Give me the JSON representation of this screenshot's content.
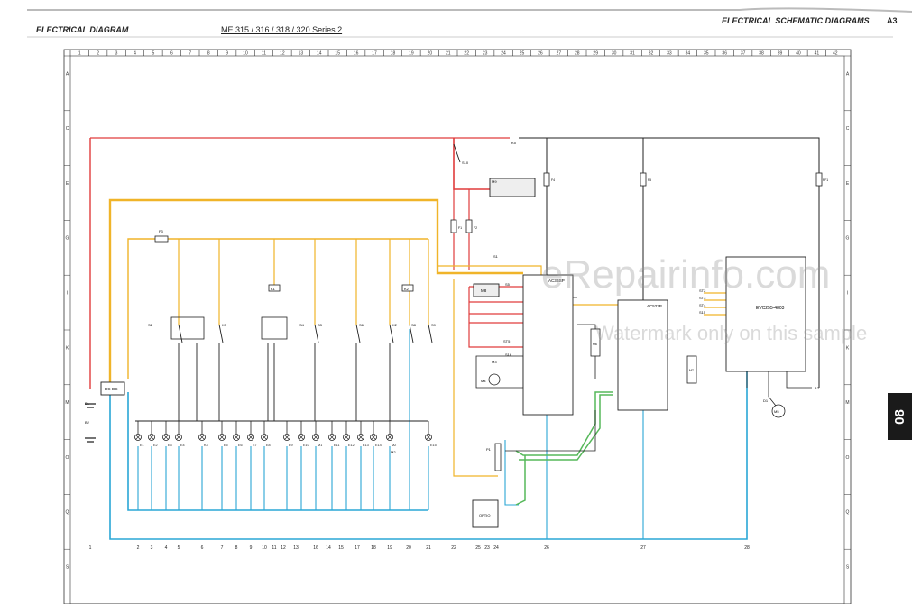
{
  "header": {
    "left_title": "ELECTRICAL DIAGRAM",
    "model": "ME 315 / 316 / 318 / 320 Series 2",
    "right_title": "ELECTRICAL SCHEMATIC DIAGRAMS",
    "page": "A3"
  },
  "side_tab": "08",
  "watermark": {
    "site": "eRepairinfo.com",
    "note": "Watermark only on this sample"
  },
  "grid": {
    "columns": [
      "1",
      "2",
      "3",
      "4",
      "5",
      "6",
      "7",
      "8",
      "9",
      "10",
      "11",
      "12",
      "13",
      "14",
      "15",
      "16",
      "17",
      "18",
      "19",
      "20",
      "21",
      "22",
      "23",
      "24",
      "25",
      "26",
      "27",
      "28",
      "29",
      "30",
      "31",
      "32",
      "33",
      "34",
      "35",
      "36",
      "37",
      "38",
      "39",
      "40",
      "41",
      "42"
    ],
    "rows": [
      "A",
      "C",
      "E",
      "G",
      "I",
      "K",
      "M",
      "O",
      "Q",
      "S"
    ]
  },
  "bottom_numbers": [
    "1",
    "2",
    "3",
    "4",
    "5",
    "6",
    "7",
    "8",
    "9",
    "10",
    "11",
    "12",
    "13",
    "16",
    "14",
    "15",
    "17",
    "18",
    "19",
    "20",
    "21",
    "22",
    "25",
    "23",
    "24",
    "26",
    "27",
    "28"
  ],
  "components": {
    "dcdc": "DC-DC",
    "ac_left": "AC3BSP",
    "ac_mid": "AC523P",
    "evc": "EVC255-4803",
    "m9": "M9",
    "m8": "M8",
    "m4": "M4",
    "m3": "M3",
    "m7": "M7",
    "m5": "M5",
    "m6": "M6",
    "opt": "OPTIO",
    "p1": "P1",
    "k1": "K1",
    "k2": "K2",
    "k5": "K5",
    "a2": "A2",
    "f3": "F3",
    "f1": "F1",
    "f2": "F2",
    "f4": "F4",
    "ff1": "FF1",
    "f5": "F5",
    "s10": "S10",
    "s1": "S1",
    "s2": "S2",
    "s3": "S3",
    "s4": "S4",
    "s5": "S5",
    "s6": "S6",
    "s7": "S7",
    "s8": "S8",
    "s9": "S9",
    "s15": "S15",
    "s16": "S16",
    "st2": "ST2",
    "st3": "ST3",
    "st4": "ST4",
    "st5": "ST5",
    "d1": "D1",
    "m2": "M2",
    "k3": "K3",
    "b1": "B1",
    "b2": "B2"
  },
  "lamps": [
    "E1",
    "E2",
    "E3",
    "E4",
    "K3",
    "E5",
    "E6",
    "E7",
    "E8",
    "E9",
    "E10",
    "M1",
    "E11",
    "E12",
    "E13",
    "E14",
    "M2",
    "E15"
  ],
  "colors": {
    "red": "#e03c3c",
    "orange": "#f0b429",
    "blue": "#2aa7d6",
    "green": "#56b85a",
    "black": "#222222",
    "tab": "#1a1a1a"
  }
}
